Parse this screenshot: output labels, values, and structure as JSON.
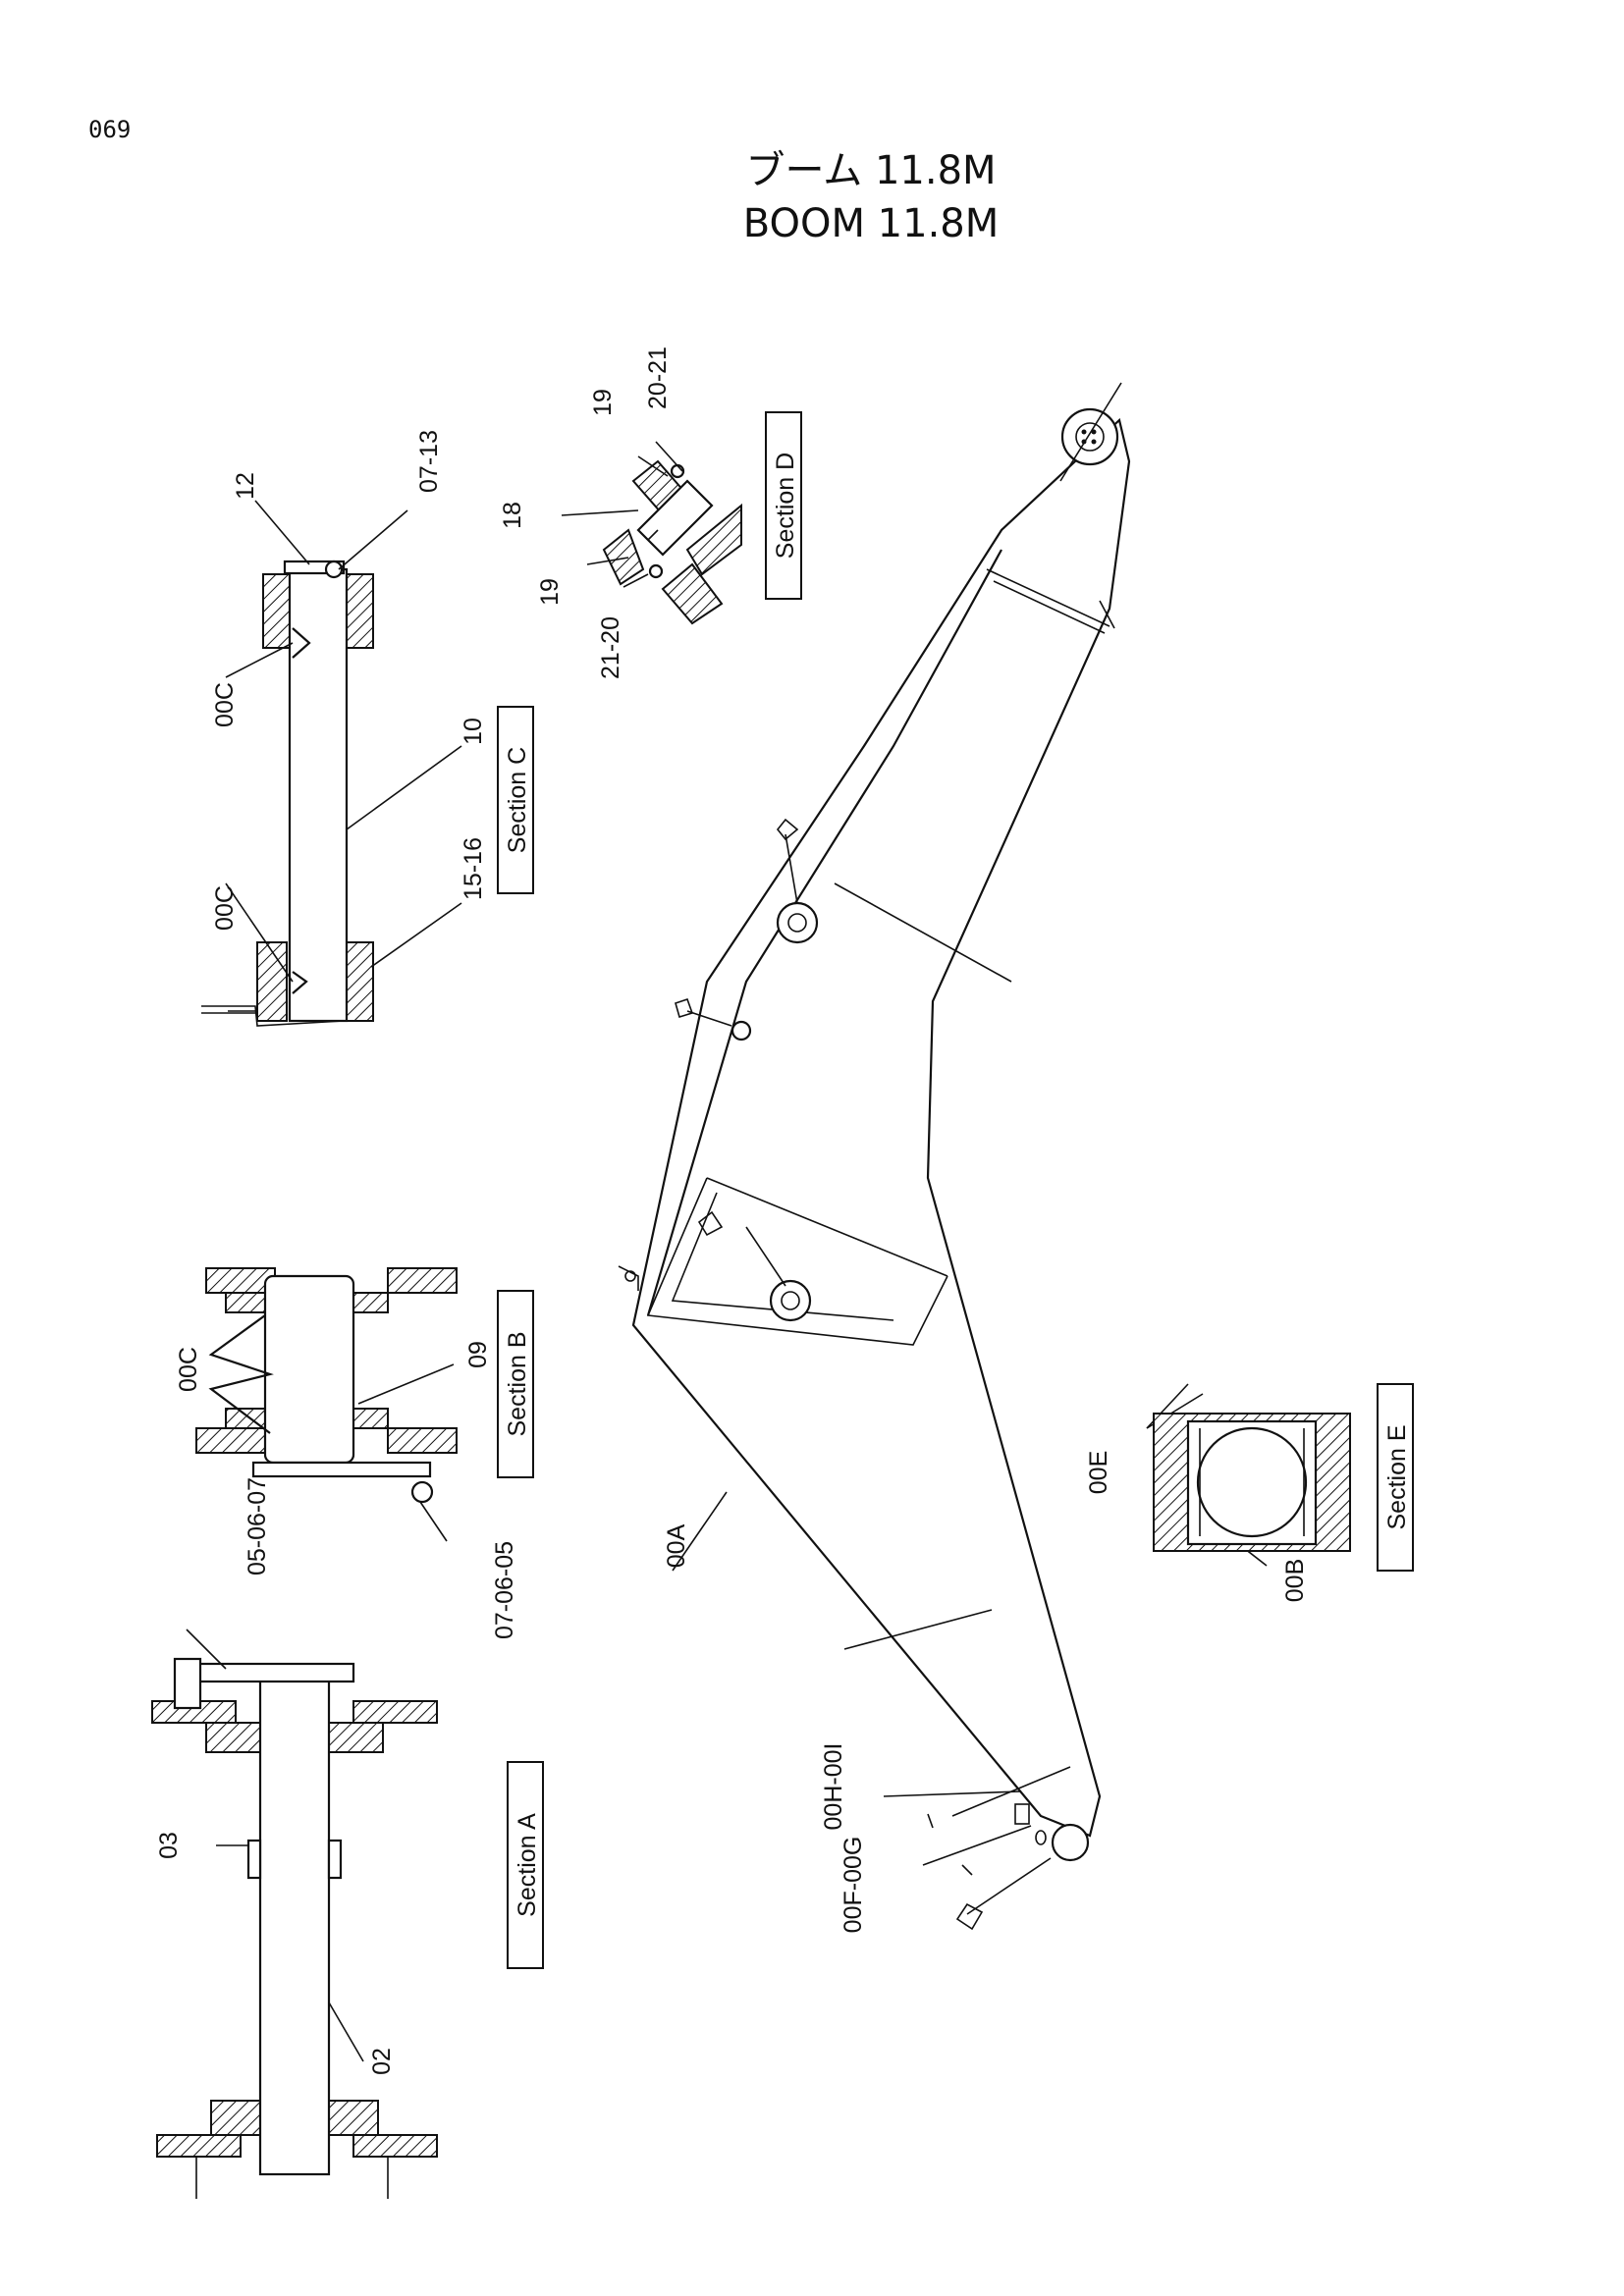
{
  "page_number": "069",
  "title_jp": "ブーム 11.8M",
  "title_en": "BOOM 11.8M",
  "callouts": {
    "p00A": "00A",
    "p00B": "00B",
    "p00C": "00C",
    "p00E": "00E",
    "p00F00G": "00F-00G",
    "p00H00I": "00H-00I",
    "p02": "02",
    "p03": "03",
    "p050607": "05-06-07",
    "p070605": "07-06-05",
    "p09": "09",
    "p10": "10",
    "p12": "12",
    "p0713": "07-13",
    "p1516": "15-16",
    "p18": "18",
    "p19": "19",
    "p2021": "20-21",
    "p2120": "21-20"
  },
  "sections": {
    "a": "Section A",
    "b": "Section B",
    "c": "Section C",
    "d": "Section D",
    "e": "Section E"
  }
}
